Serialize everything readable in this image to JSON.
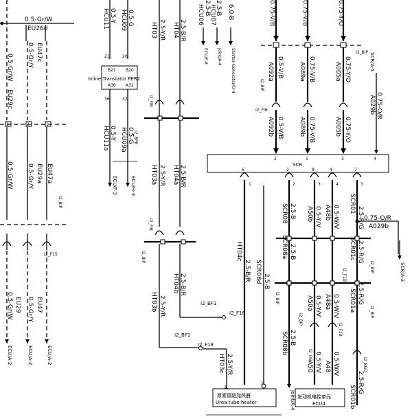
{
  "components": {
    "scr_label": "SCR",
    "inline_translator": "Inline Translator  PER2",
    "urea_heater_cn": "尿素管路加热器",
    "urea_heater_en": "Urea tube heater",
    "ecu_cn": "发动机电控单元",
    "ecu_en": "ECU4"
  },
  "scr_top_pins": [
    "2",
    "1",
    "3",
    "4"
  ],
  "scr_bottom_pins": [
    "6",
    "2",
    "8",
    "4",
    "7"
  ],
  "translator_pins": {
    "p21": "21",
    "p20": "20",
    "b21": "B21",
    "b20": "B20",
    "a36": "A36",
    "a32": "A32",
    "p36": "36",
    "p32": "32"
  },
  "heater_pins": [
    "2",
    "1"
  ],
  "wire_labels": {
    "eu26d_top": "0.5-Gr/W",
    "eu26d": "EU26d",
    "w1_a": "0.5-Gr/W",
    "w1_b": "EU29c",
    "w2_a": "0.5-Gr/Y",
    "w2_b": "EU47c",
    "w1_c": "0.5-Gr/W",
    "w1_d": "EU29a",
    "w2_c": "0.5-Gr/Y",
    "w2_d": "EU47a",
    "w2_e": "0.5-Gr/Y",
    "w1_e": "0.5-Gr/W",
    "w1_f": "EU29",
    "w2_f": "0.5-Gr/Y",
    "w2_g": "EU47",
    "hcu11": "HCU11",
    "hcu11_w": "0.5-Y",
    "hcu09": "HCU09",
    "hcu09_w": "0.5-G",
    "hcu11a": "HCU11a",
    "hcu11a_w": "0.5-Y",
    "hcu09a": "HCU09a",
    "hcu09a_w": "0.5-G",
    "ht03_w": "2.5-Y/R",
    "ht03": "HT03",
    "ht04_w": "2.5-B/R",
    "ht04": "HT04",
    "ht03a_w": "2.5-Y/R",
    "ht03a": "HT03a",
    "ht04a_w": "2.5-B/R",
    "ht04a": "HT04a",
    "ht04c": "HT04c",
    "ht04c_w": "2.5-B/R",
    "ht04b_w": "2.5-B/R",
    "ht04b": "HT04b",
    "ht03b_w": "2.5-Y/R",
    "ht03b": "HT03b",
    "ht03c_w": "2.5-Y/R",
    "ht03c": "HT03c",
    "hcu06": "HCU06",
    "hcu06_w": "2.5-B",
    "hcu07": "HCU07",
    "hcu07_w": "2.5-B",
    "top_6b": "6.0-B",
    "a092a": "A092a",
    "a092a_w": "0.5-V/B",
    "a089a": "A089a",
    "a089a_w": "0.75-V/B",
    "a005a": "A005a",
    "a005a_w": "0.75-Y/O",
    "a092b": "A092b",
    "a092b_w": "0.5-V/B",
    "a089b": "A089b",
    "a089b_w": "0.75-V/B",
    "a005b": "A005b",
    "a005b_w": "0.75-Y/O",
    "a029b_top": "A029b",
    "a029b_top_w": "0.75-O/R",
    "top_y_o": "0.75-Y/O",
    "top_v_b": "0.75-V/B",
    "scr08_w": "2.5-B",
    "scr08": "SCR08",
    "a50b_w": "0.5-Y/V",
    "a50b": "A50b",
    "a48b_w": "0.5-W/V",
    "a48b": "A48b",
    "scr01_w": "2.5-R/G",
    "scr01": "SCR01",
    "a029b_mid_w": "0.75-O/R",
    "a029b_mid": "A029b",
    "scr08a": "SCR08a",
    "scr08a_w": "2.5-B",
    "scr08d": "SCR08d",
    "scr08d_w": "2.5-B",
    "scr01c_w": "2.5-R/G",
    "scr01c": "SCR01c",
    "a50a_w": "0.5-Y/V",
    "a50a": "A50a",
    "a48a_w": "0.5-W/V",
    "a48a": "A48a",
    "scr01a_w": "2.5-R/G",
    "scr01a": "SCR01a",
    "scr08b_w": "2.5-B",
    "scr08b": "SCR08b",
    "a50_w": "0.5-Y/V",
    "a50": "A50",
    "a48_w": "0.5-W/V",
    "a48": "A48",
    "scr01b_w": "2.5-R/G",
    "scr01b": "SCR01b"
  },
  "refs": {
    "ecu_a2_1": "ECU/A-2",
    "ecu_a2_2": "ECU/A-2",
    "ecu_a2_3": "ECU/A-2",
    "ecu_f3": "ECU/F-3",
    "ecu_h3": "ECU/H-3",
    "ecu_f8": "ECU/F-8",
    "joint_a4": "Joint/A-4",
    "starter_gen": "Starter-Generator/D-4",
    "scr_a5": "SCR/A-5",
    "scr_a3": "SCR/A-3",
    "joint_a4_b": "Joint/A-4"
  },
  "splices": {
    "i2_bip_1": "I2_BIP",
    "i2_bip_2": "I2_BIP",
    "i2_bip_3": "I2_BIP",
    "i2_bip_4": "I2_BIP",
    "i2_bip_5": "I2_BIP",
    "i2_bip_6": "I2_BIP",
    "i2_bip_7": "I2_BIP",
    "i2_bf1_a": "I2_BF1",
    "i2_f18_a": "I2_F18",
    "i2_bf1_b": "I2_BF1",
    "i2_f18_b": "I2_F18",
    "i2_fib_1": "I2_FIB",
    "i2_fib_2": "I2_FIB",
    "i2_fib_3": "I2_FIB",
    "i2_fib_4": "I2_FIB",
    "i2_f18_c": "I2_F18",
    "i2_bp8": "I2_BP8",
    "i2_bgdx": "I2_BGD",
    "i2_bip_8": "I2_BIP",
    "i2_f15": "I2_F15",
    "i2_fs": "I2_F1B",
    "i2_bipx": "I2_BIP"
  }
}
